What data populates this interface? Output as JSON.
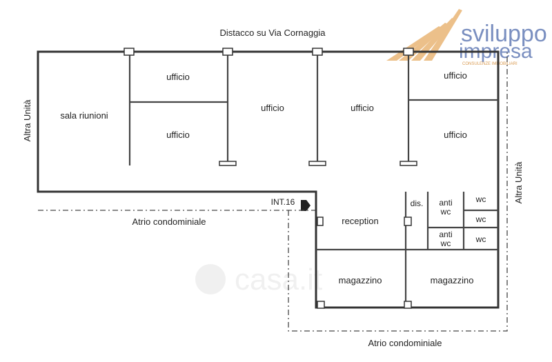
{
  "plan": {
    "title": "Distacco su Via Cornaggia",
    "neighbor_left": "Altra Unità",
    "neighbor_right": "Altra Unità",
    "atrium_left": "Atrio condominiale",
    "atrium_bottom": "Atrio condominiale",
    "entrance": "INT.16",
    "rooms": {
      "meeting": "sala riunioni",
      "office_1": "ufficio",
      "office_2": "ufficio",
      "office_3": "ufficio",
      "office_4": "ufficio",
      "office_5": "ufficio",
      "office_6": "ufficio",
      "reception": "reception",
      "storage_1": "magazzino",
      "storage_2": "magazzino",
      "dis": "dis.",
      "anti_1": "anti",
      "anti_wc_1": "wc",
      "anti_2": "anti",
      "anti_wc_2": "wc",
      "wc_1": "wc",
      "wc_2": "wc",
      "wc_3": "wc"
    }
  },
  "logo": {
    "line1": "sviluppo",
    "line2": "impresa",
    "tagline": "CONSULENZE IMMOBILIARI",
    "color": "#7a8fc0",
    "accent": "#e8b070"
  },
  "watermark": "casa.it"
}
